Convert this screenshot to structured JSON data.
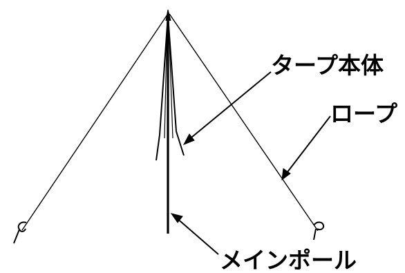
{
  "labels": {
    "tarp_body": "タープ本体",
    "rope": "ロープ",
    "main_pole": "メインポール"
  },
  "colors": {
    "ink": "#000000",
    "background": "#ffffff"
  }
}
